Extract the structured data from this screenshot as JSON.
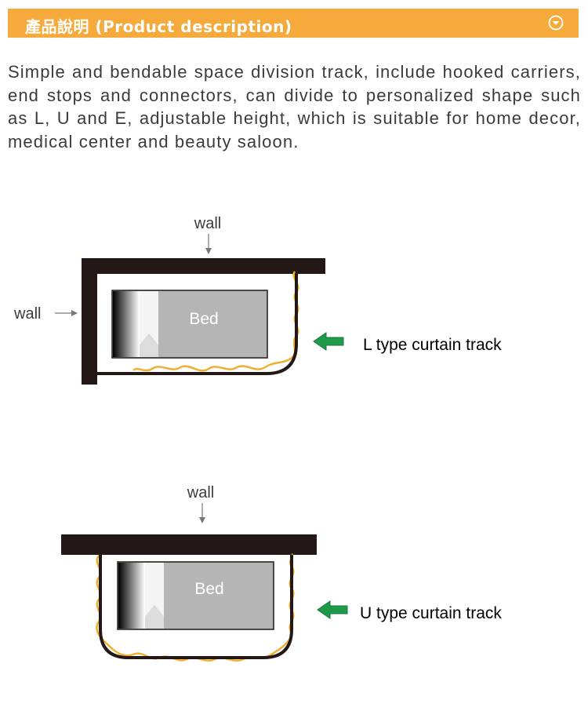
{
  "header": {
    "title": "產品說明 (Product description)",
    "icon": "chevron-down-circle-icon",
    "background": "#f5aa3b"
  },
  "description": "Simple and bendable space division track, include hooked carriers, end stops and connectors, can divide to personalized shape such as L, U and E, adjustable height, which is suitable for home decor, medical center and beauty saloon.",
  "diagrams": [
    {
      "wall_top_label": "wall",
      "wall_left_label": "wall",
      "bed_label": "Bed",
      "track_label": "L type curtain track"
    },
    {
      "wall_top_label": "wall",
      "bed_label": "Bed",
      "track_label": "U type curtain track"
    }
  ],
  "colors": {
    "wall": "#231815",
    "curtain": "#f0b02f",
    "arrow_green": "#1f9a4b",
    "bed": "#b5b5b6"
  }
}
